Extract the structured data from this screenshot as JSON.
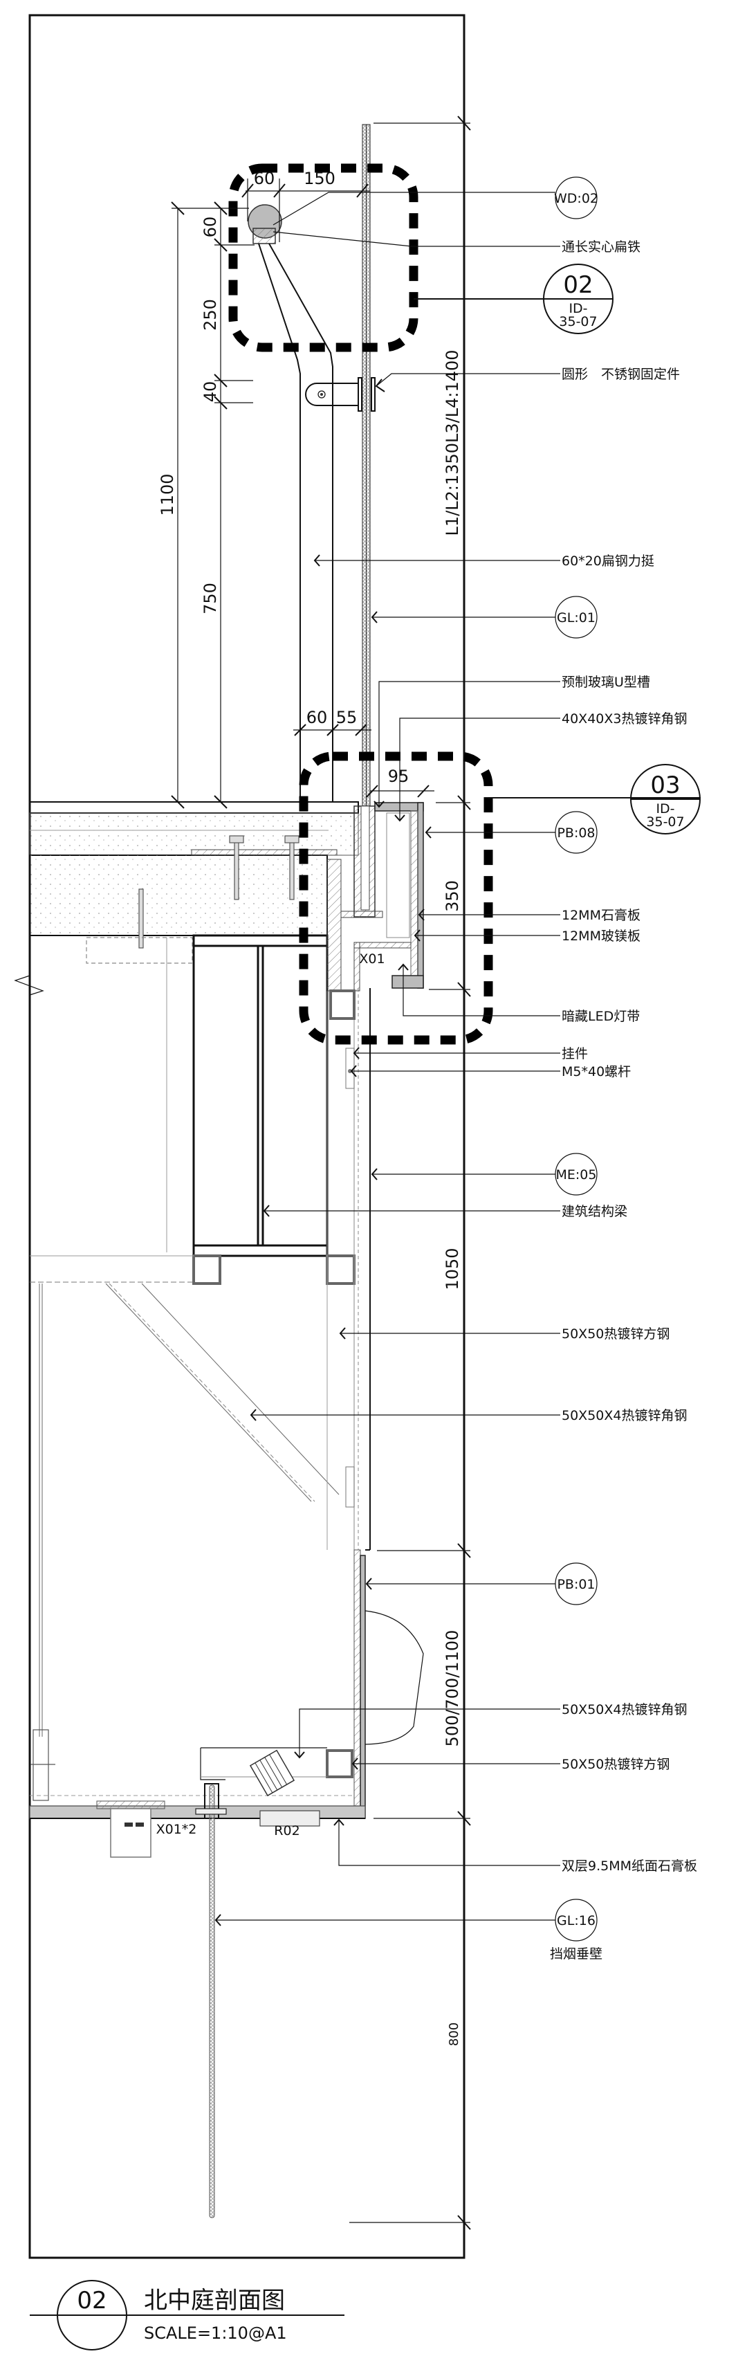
{
  "drawing": {
    "title": "北中庭剖面图",
    "number": "02",
    "scale": "SCALE=1:10@A1"
  },
  "dimensions": {
    "d60_top": "60",
    "d150": "150",
    "d60_side": "60",
    "d250": "250",
    "d40": "40",
    "d1100": "1100",
    "d750": "750",
    "d60_mid": "60",
    "d55": "55",
    "d95": "95",
    "d350": "350",
    "d1050": "1050",
    "d500_700_1100": "500/700/1100",
    "d800": "800",
    "rail_height": "L1/L2:1350L3/L4:1400"
  },
  "tags": {
    "wd02": "WD:02",
    "gl01": "GL:01",
    "pb08": "PB:08",
    "me05": "ME:05",
    "pb01": "PB:01",
    "gl16": "GL:16"
  },
  "detail_refs": [
    {
      "num": "02",
      "sheet_line1": "ID-",
      "sheet_line2": "35-07"
    },
    {
      "num": "03",
      "sheet_line1": "ID-",
      "sheet_line2": "35-07"
    }
  ],
  "labels": {
    "flat_iron": "通长实心扁铁",
    "fixing": "圆形　不锈钢固定件",
    "flat_steel": "60*20扁钢力挺",
    "u_channel": "预制玻璃U型槽",
    "angle_40": "40X40X3热镀锌角钢",
    "gypsum_12": "12MM石膏板",
    "mgo_12": "12MM玻镁板",
    "led_strip": "暗藏LED灯带",
    "hanger": "挂件",
    "bolt": "M5*40螺杆",
    "beam": "建筑结构梁",
    "square_tube_1": "50X50热镀锌方钢",
    "angle_50_1": "50X50X4热镀锌角钢",
    "angle_50_2": "50X50X4热镀锌角钢",
    "square_tube_2": "50X50热镀锌方钢",
    "double_gypsum": "双层9.5MM纸面石膏板",
    "smoke_curtain": "挡烟垂壁"
  },
  "fixtures": {
    "x01": "X01",
    "x01x2": "X01*2",
    "r02": "R02"
  }
}
